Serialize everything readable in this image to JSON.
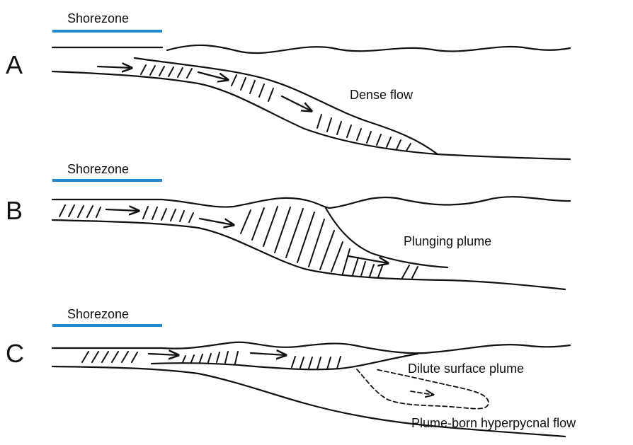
{
  "panels": [
    {
      "letter": "A",
      "shore_label": "Shorezone",
      "flow_label": "Dense flow"
    },
    {
      "letter": "B",
      "shore_label": "Shorezone",
      "flow_label": "Plunging plume"
    },
    {
      "letter": "C",
      "shore_label": "Shorezone",
      "flow_label": "Dilute surface plume",
      "flow_label_2": "Plume-born hyperpycnal flow"
    }
  ],
  "colors": {
    "shorezone_bar": "#1f8ad0",
    "line": "#111111"
  }
}
